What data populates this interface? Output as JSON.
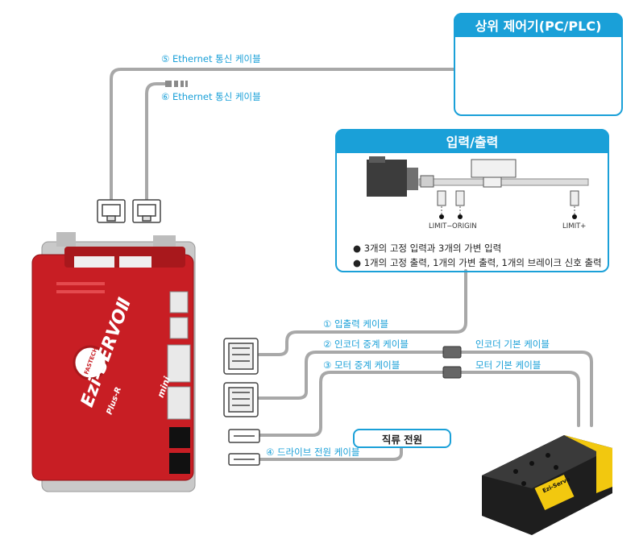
{
  "upper_controller": {
    "title": "상위 제어기(PC/PLC)"
  },
  "io_panel": {
    "title": "입력/출력",
    "sensor_labels": [
      "LIMIT−",
      "ORIGIN",
      "LIMIT+"
    ],
    "bullets": [
      "3개의 고정 입력과 3개의 가변 입력",
      "1개의 고정 출력, 1개의 가변 출력, 1개의 브레이크 신호 출력"
    ]
  },
  "cables": {
    "ethernet_5": "⑤ Ethernet 통신 케이블",
    "ethernet_6": "⑥ Ethernet 통신 케이블",
    "io_1": "① 입출력 케이블",
    "encoder_ext_2": "② 인코더 중계 케이블",
    "motor_ext_3": "③ 모터 중계 케이블",
    "power_4": "④ 드라이브 전원 케이블",
    "encoder_basic": "인코더 기본 케이블",
    "motor_basic": "모터 기본 케이블"
  },
  "dc_power": {
    "label": "직류 전원"
  },
  "driver": {
    "brand": "FASTECH",
    "plus": "Plus-R",
    "model": "Ezi-SERVO",
    "model_suffix": "Ⅱ",
    "mini": "mini"
  },
  "gripper": {
    "label": "Ezi-Servo"
  },
  "colors": {
    "accent": "#1aa0d8",
    "driver_red": "#c81e24",
    "gripper_yellow": "#f2c80f",
    "cable_gray": "#9a9a9a"
  }
}
